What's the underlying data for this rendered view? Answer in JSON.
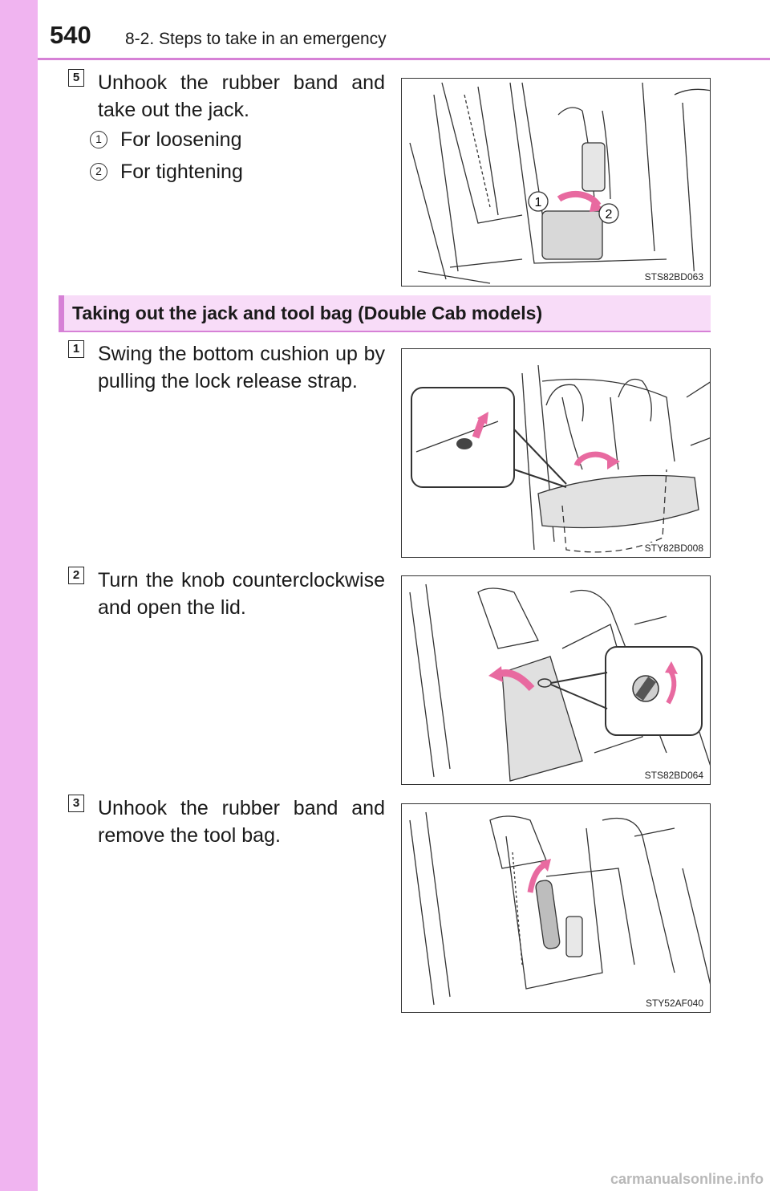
{
  "header": {
    "page_number": "540",
    "chapter": "8-2. Steps to take in an emergency"
  },
  "step5": {
    "number": "5",
    "text": "Unhook the rubber band and take out the jack.",
    "items": [
      {
        "marker": "1",
        "label": "For loosening"
      },
      {
        "marker": "2",
        "label": "For tightening"
      }
    ],
    "figure_code": "STS82BD063",
    "callouts": [
      "1",
      "2"
    ]
  },
  "section": {
    "title": "Taking out the jack and tool bag (Double Cab models)"
  },
  "steps": [
    {
      "number": "1",
      "text": "Swing the bottom cushion up by pulling the lock release strap.",
      "figure_code": "STY82BD008"
    },
    {
      "number": "2",
      "text": "Turn the knob counterclockwise and open the lid.",
      "figure_code": "STS82BD064"
    },
    {
      "number": "3",
      "text": "Unhook the rubber band and remove the tool bag.",
      "figure_code": "STY52AF040"
    }
  ],
  "watermark": "carmanualsonline.info",
  "colors": {
    "sidebar": "#f0b4f0",
    "accent": "#d681d6",
    "section_fill": "#f8dcf8",
    "arrow": "#e86aa0"
  }
}
